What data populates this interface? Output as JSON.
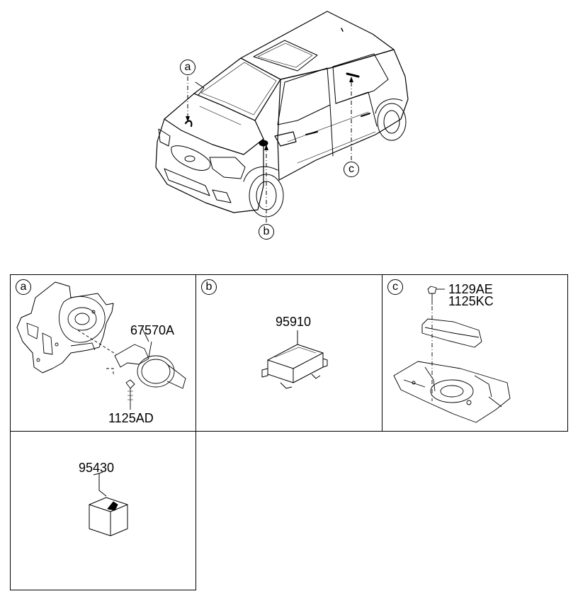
{
  "callouts": {
    "a": "a",
    "b": "b",
    "c": "c"
  },
  "panels": {
    "a": {
      "tag": "a",
      "parts": [
        "67570A",
        "1125AD"
      ]
    },
    "b": {
      "tag": "b",
      "parts": [
        "95910"
      ]
    },
    "c": {
      "tag": "c",
      "parts": [
        "1129AE",
        "1125KC"
      ]
    },
    "d": {
      "parts": [
        "95430"
      ]
    }
  }
}
